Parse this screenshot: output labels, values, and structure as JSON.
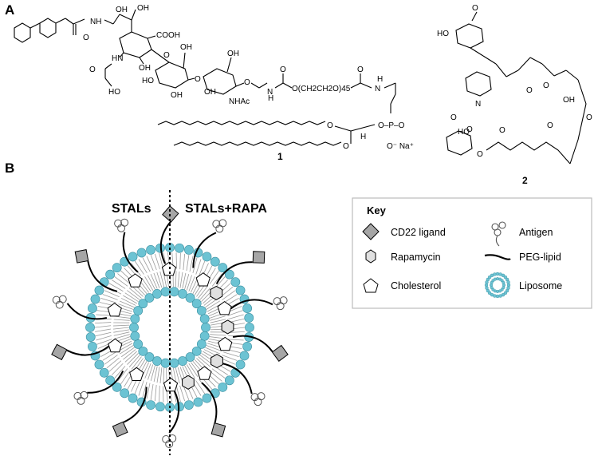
{
  "panels": {
    "a_label": "A",
    "b_label": "B"
  },
  "compound1": {
    "number": "1",
    "atoms": {
      "nh_top": "NH",
      "oh_1": "OH",
      "oh_2": "OH",
      "cooh": "COOH",
      "hn": "HN",
      "oh_3": "OH",
      "oh_4": "OH",
      "oh_5": "OH",
      "oh_6": "OH",
      "ho_1": "HO",
      "ho_2": "HO",
      "nhac": "NHAc",
      "o_link1": "O",
      "o_link2": "O",
      "o_link3": "O",
      "n_h": "N",
      "h_1": "H",
      "peg": "O(CH2CH2O)45",
      "h_2": "H",
      "o_carbonyl1": "O",
      "o_carbonyl2": "O",
      "phosphate": "O–P–O",
      "na": "O⁻ Na⁺",
      "o_ester1": "O",
      "o_ester2": "O",
      "h_stereo": "H"
    }
  },
  "compound2": {
    "number": "2",
    "atoms": {
      "o_methoxy_top": "O",
      "ho_top": "HO",
      "n": "N",
      "o_1": "O",
      "o_2": "O",
      "o_3": "O",
      "oh_ring": "OH",
      "ho_ring": "HO",
      "o_4": "O",
      "o_5": "O",
      "o_6": "O",
      "o_7": "O"
    }
  },
  "liposome": {
    "left_title": "STALs",
    "right_title": "STALs+RAPA"
  },
  "key": {
    "title": "Key",
    "items": [
      {
        "icon": "diamond-icon",
        "label": "CD22 ligand"
      },
      {
        "icon": "hexagon-icon",
        "label": "Rapamycin"
      },
      {
        "icon": "pentagon-icon",
        "label": "Cholesterol"
      },
      {
        "icon": "antigen-icon",
        "label": "Antigen"
      },
      {
        "icon": "peg-lipid-icon",
        "label": "PEG-lipid"
      },
      {
        "icon": "liposome-icon",
        "label": "Liposome"
      }
    ]
  },
  "colors": {
    "lipid_head": "#6cc3d3",
    "lipid_head_stroke": "#3a8fa0",
    "shape_fill_dark": "#a6a6a6",
    "shape_fill_light": "#e0e0e0",
    "key_border": "#bcbcbc"
  }
}
